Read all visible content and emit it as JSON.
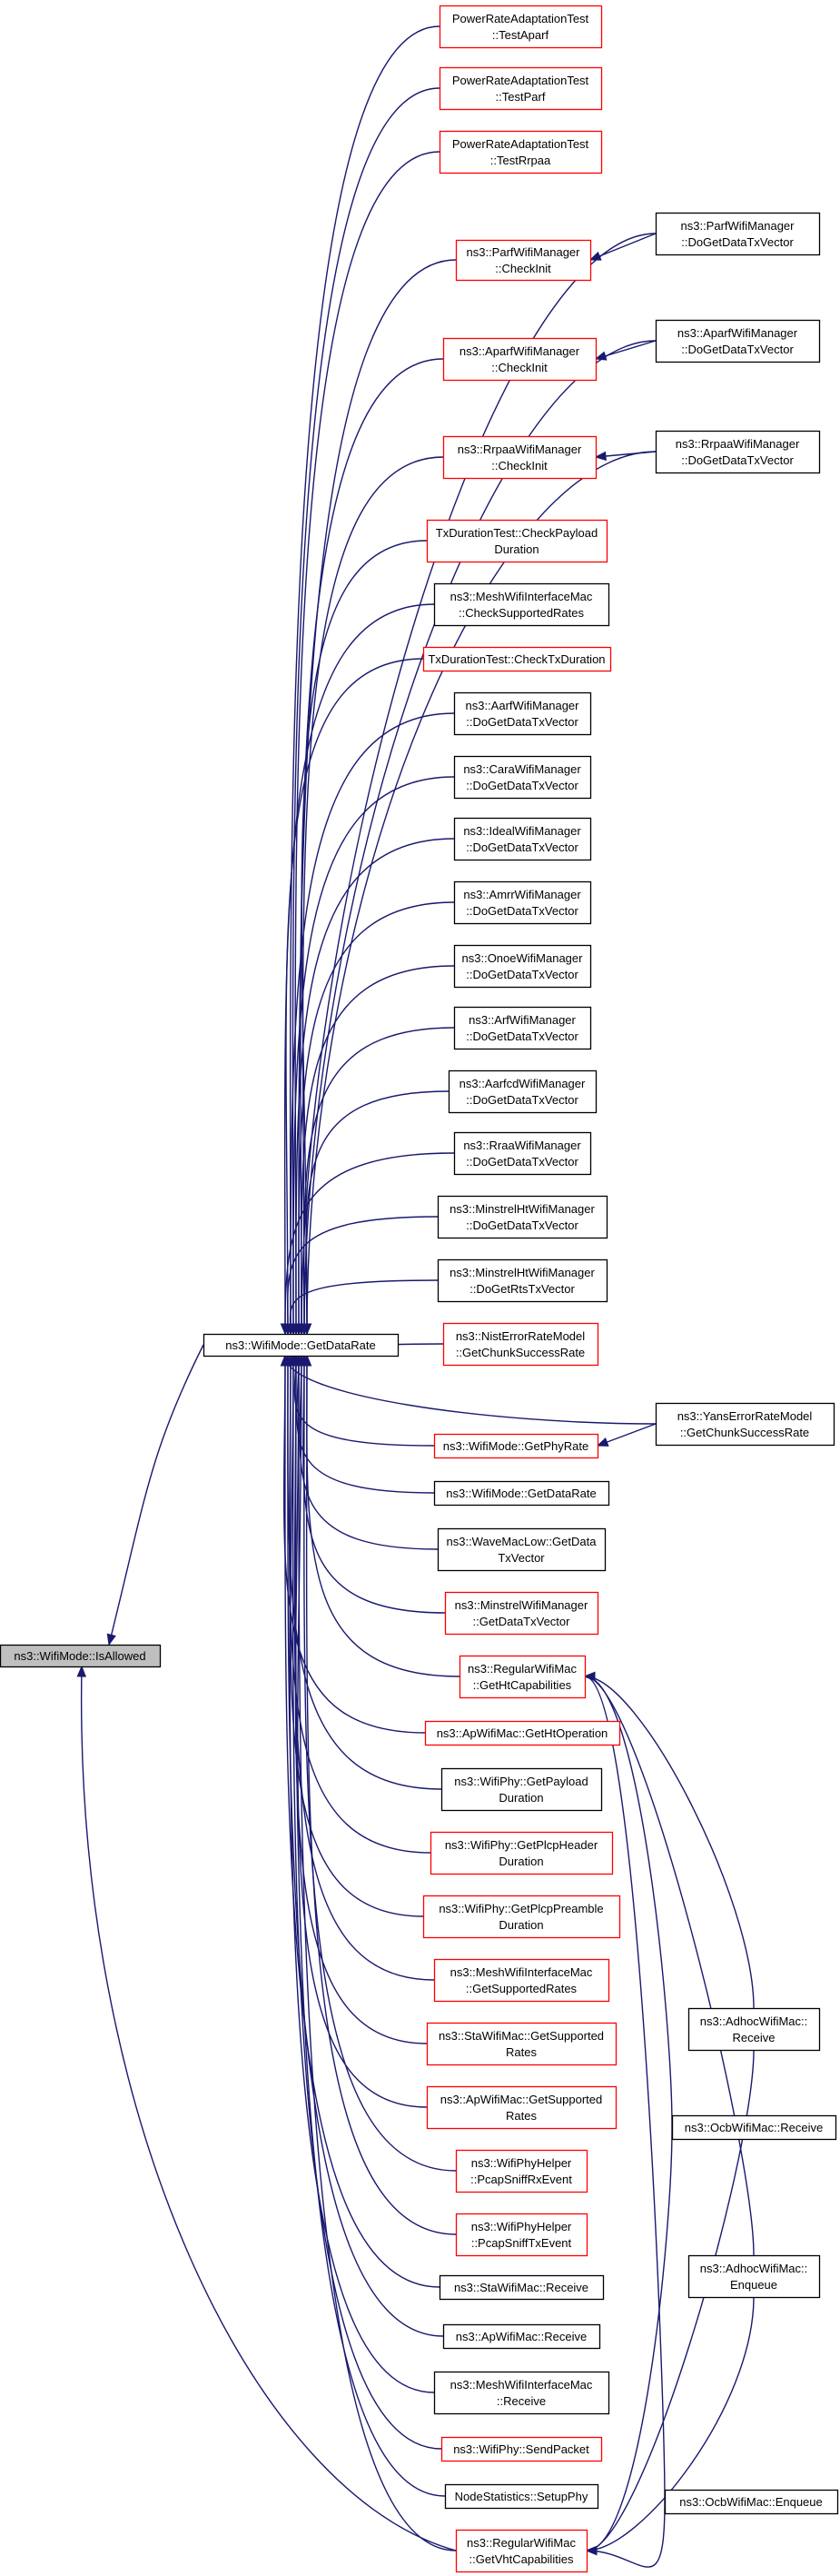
{
  "colors": {
    "edge": "#191970",
    "node_border_normal": "#000000",
    "node_border_truncated": "#ff0000",
    "node_fill": "#ffffff",
    "root_fill": "#bfbfbf"
  },
  "nodes": {
    "isallowed": {
      "lines": [
        "ns3::WifiMode::IsAllowed"
      ],
      "kind": "root"
    },
    "getdatarate": {
      "lines": [
        "ns3::WifiMode::GetDataRate"
      ],
      "kind": "normal"
    },
    "testaparf": {
      "lines": [
        "PowerRateAdaptationTest",
        "::TestAparf"
      ],
      "kind": "red"
    },
    "testparf": {
      "lines": [
        "PowerRateAdaptationTest",
        "::TestParf"
      ],
      "kind": "red"
    },
    "testrrpaa": {
      "lines": [
        "PowerRateAdaptationTest",
        "::TestRrpaa"
      ],
      "kind": "red"
    },
    "parf_checkinit": {
      "lines": [
        "ns3::ParfWifiManager",
        "::CheckInit"
      ],
      "kind": "red"
    },
    "aparf_checkinit": {
      "lines": [
        "ns3::AparfWifiManager",
        "::CheckInit"
      ],
      "kind": "red"
    },
    "rrpaa_checkinit": {
      "lines": [
        "ns3::RrpaaWifiManager",
        "::CheckInit"
      ],
      "kind": "red"
    },
    "checkpayload": {
      "lines": [
        "TxDurationTest::CheckPayload",
        "Duration"
      ],
      "kind": "red"
    },
    "mesh_checksupported": {
      "lines": [
        "ns3::MeshWifiInterfaceMac",
        "::CheckSupportedRates"
      ],
      "kind": "normal"
    },
    "checktxduration": {
      "lines": [
        "TxDurationTest::CheckTxDuration"
      ],
      "kind": "red"
    },
    "aarf": {
      "lines": [
        "ns3::AarfWifiManager",
        "::DoGetDataTxVector"
      ],
      "kind": "normal"
    },
    "cara": {
      "lines": [
        "ns3::CaraWifiManager",
        "::DoGetDataTxVector"
      ],
      "kind": "normal"
    },
    "ideal": {
      "lines": [
        "ns3::IdealWifiManager",
        "::DoGetDataTxVector"
      ],
      "kind": "normal"
    },
    "amrr": {
      "lines": [
        "ns3::AmrrWifiManager",
        "::DoGetDataTxVector"
      ],
      "kind": "normal"
    },
    "onoe": {
      "lines": [
        "ns3::OnoeWifiManager",
        "::DoGetDataTxVector"
      ],
      "kind": "normal"
    },
    "arf": {
      "lines": [
        "ns3::ArfWifiManager",
        "::DoGetDataTxVector"
      ],
      "kind": "normal"
    },
    "aarfcd": {
      "lines": [
        "ns3::AarfcdWifiManager",
        "::DoGetDataTxVector"
      ],
      "kind": "normal"
    },
    "rraa": {
      "lines": [
        "ns3::RraaWifiManager",
        "::DoGetDataTxVector"
      ],
      "kind": "normal"
    },
    "minstrelht_data": {
      "lines": [
        "ns3::MinstrelHtWifiManager",
        "::DoGetDataTxVector"
      ],
      "kind": "normal"
    },
    "minstrelht_rts": {
      "lines": [
        "ns3::MinstrelHtWifiManager",
        "::DoGetRtsTxVector"
      ],
      "kind": "normal"
    },
    "nisterror": {
      "lines": [
        "ns3::NistErrorRateModel",
        "::GetChunkSuccessRate"
      ],
      "kind": "red"
    },
    "getphyrate": {
      "lines": [
        "ns3::WifiMode::GetPhyRate"
      ],
      "kind": "red"
    },
    "getdatarate2": {
      "lines": [
        "ns3::WifiMode::GetDataRate"
      ],
      "kind": "normal"
    },
    "wavemaclow": {
      "lines": [
        "ns3::WaveMacLow::GetData",
        "TxVector"
      ],
      "kind": "normal"
    },
    "minstrel": {
      "lines": [
        "ns3::MinstrelWifiManager",
        "::GetDataTxVector"
      ],
      "kind": "red"
    },
    "gethtcap": {
      "lines": [
        "ns3::RegularWifiMac",
        "::GetHtCapabilities"
      ],
      "kind": "red"
    },
    "gethtop": {
      "lines": [
        "ns3::ApWifiMac::GetHtOperation"
      ],
      "kind": "red"
    },
    "getpayload": {
      "lines": [
        "ns3::WifiPhy::GetPayload",
        "Duration"
      ],
      "kind": "normal"
    },
    "plcpheader": {
      "lines": [
        "ns3::WifiPhy::GetPlcpHeader",
        "Duration"
      ],
      "kind": "red"
    },
    "plcppreamble": {
      "lines": [
        "ns3::WifiPhy::GetPlcpPreamble",
        "Duration"
      ],
      "kind": "red"
    },
    "mesh_getsupported": {
      "lines": [
        "ns3::MeshWifiInterfaceMac",
        "::GetSupportedRates"
      ],
      "kind": "red"
    },
    "sta_getsupported": {
      "lines": [
        "ns3::StaWifiMac::GetSupported",
        "Rates"
      ],
      "kind": "red"
    },
    "ap_getsupported": {
      "lines": [
        "ns3::ApWifiMac::GetSupported",
        "Rates"
      ],
      "kind": "red"
    },
    "pcaprx": {
      "lines": [
        "ns3::WifiPhyHelper",
        "::PcapSniffRxEvent"
      ],
      "kind": "red"
    },
    "pcaptx": {
      "lines": [
        "ns3::WifiPhyHelper",
        "::PcapSniffTxEvent"
      ],
      "kind": "red"
    },
    "sta_receive": {
      "lines": [
        "ns3::StaWifiMac::Receive"
      ],
      "kind": "normal"
    },
    "ap_receive": {
      "lines": [
        "ns3::ApWifiMac::Receive"
      ],
      "kind": "normal"
    },
    "mesh_receive": {
      "lines": [
        "ns3::MeshWifiInterfaceMac",
        "::Receive"
      ],
      "kind": "normal"
    },
    "sendpacket": {
      "lines": [
        "ns3::WifiPhy::SendPacket"
      ],
      "kind": "red"
    },
    "setupphy": {
      "lines": [
        "NodeStatistics::SetupPhy"
      ],
      "kind": "normal"
    },
    "getvhtcap": {
      "lines": [
        "ns3::RegularWifiMac",
        "::GetVhtCapabilities"
      ],
      "kind": "red"
    },
    "parf_doget": {
      "lines": [
        "ns3::ParfWifiManager",
        "::DoGetDataTxVector"
      ],
      "kind": "normal"
    },
    "aparf_doget": {
      "lines": [
        "ns3::AparfWifiManager",
        "::DoGetDataTxVector"
      ],
      "kind": "normal"
    },
    "rrpaa_doget": {
      "lines": [
        "ns3::RrpaaWifiManager",
        "::DoGetDataTxVector"
      ],
      "kind": "normal"
    },
    "yanserror": {
      "lines": [
        "ns3::YansErrorRateModel",
        "::GetChunkSuccessRate"
      ],
      "kind": "normal"
    },
    "adhoc_receive": {
      "lines": [
        "ns3::AdhocWifiMac::",
        "Receive"
      ],
      "kind": "normal"
    },
    "ocb_receive": {
      "lines": [
        "ns3::OcbWifiMac::Receive"
      ],
      "kind": "normal"
    },
    "adhoc_enqueue": {
      "lines": [
        "ns3::AdhocWifiMac::",
        "Enqueue"
      ],
      "kind": "normal"
    },
    "ocb_enqueue": {
      "lines": [
        "ns3::OcbWifiMac::Enqueue"
      ],
      "kind": "normal"
    }
  },
  "edges": [
    [
      "getdatarate",
      "isallowed"
    ],
    [
      "getvhtcap",
      "isallowed"
    ],
    [
      "testaparf",
      "getdatarate"
    ],
    [
      "testparf",
      "getdatarate"
    ],
    [
      "testrrpaa",
      "getdatarate"
    ],
    [
      "parf_checkinit",
      "getdatarate"
    ],
    [
      "aparf_checkinit",
      "getdatarate"
    ],
    [
      "rrpaa_checkinit",
      "getdatarate"
    ],
    [
      "checkpayload",
      "getdatarate"
    ],
    [
      "mesh_checksupported",
      "getdatarate"
    ],
    [
      "checktxduration",
      "getdatarate"
    ],
    [
      "aarf",
      "getdatarate"
    ],
    [
      "cara",
      "getdatarate"
    ],
    [
      "ideal",
      "getdatarate"
    ],
    [
      "amrr",
      "getdatarate"
    ],
    [
      "onoe",
      "getdatarate"
    ],
    [
      "arf",
      "getdatarate"
    ],
    [
      "aarfcd",
      "getdatarate"
    ],
    [
      "rraa",
      "getdatarate"
    ],
    [
      "minstrelht_data",
      "getdatarate"
    ],
    [
      "minstrelht_rts",
      "getdatarate"
    ],
    [
      "nisterror",
      "getdatarate"
    ],
    [
      "getphyrate",
      "getdatarate"
    ],
    [
      "getdatarate2",
      "getdatarate"
    ],
    [
      "wavemaclow",
      "getdatarate"
    ],
    [
      "minstrel",
      "getdatarate"
    ],
    [
      "gethtcap",
      "getdatarate"
    ],
    [
      "gethtop",
      "getdatarate"
    ],
    [
      "getpayload",
      "getdatarate"
    ],
    [
      "plcpheader",
      "getdatarate"
    ],
    [
      "plcppreamble",
      "getdatarate"
    ],
    [
      "mesh_getsupported",
      "getdatarate"
    ],
    [
      "sta_getsupported",
      "getdatarate"
    ],
    [
      "ap_getsupported",
      "getdatarate"
    ],
    [
      "pcaprx",
      "getdatarate"
    ],
    [
      "pcaptx",
      "getdatarate"
    ],
    [
      "sta_receive",
      "getdatarate"
    ],
    [
      "ap_receive",
      "getdatarate"
    ],
    [
      "mesh_receive",
      "getdatarate"
    ],
    [
      "sendpacket",
      "getdatarate"
    ],
    [
      "setupphy",
      "getdatarate"
    ],
    [
      "getvhtcap",
      "getdatarate"
    ],
    [
      "parf_doget",
      "getdatarate"
    ],
    [
      "aparf_doget",
      "getdatarate"
    ],
    [
      "rrpaa_doget",
      "getdatarate"
    ],
    [
      "yanserror",
      "getdatarate"
    ],
    [
      "parf_doget",
      "parf_checkinit"
    ],
    [
      "aparf_doget",
      "aparf_checkinit"
    ],
    [
      "rrpaa_doget",
      "rrpaa_checkinit"
    ],
    [
      "yanserror",
      "getphyrate"
    ],
    [
      "adhoc_receive",
      "gethtcap"
    ],
    [
      "ocb_receive",
      "gethtcap"
    ],
    [
      "adhoc_enqueue",
      "gethtcap"
    ],
    [
      "ocb_enqueue",
      "gethtcap"
    ],
    [
      "adhoc_receive",
      "getvhtcap"
    ],
    [
      "ocb_receive",
      "getvhtcap"
    ],
    [
      "adhoc_enqueue",
      "getvhtcap"
    ],
    [
      "ocb_enqueue",
      "getvhtcap"
    ]
  ]
}
